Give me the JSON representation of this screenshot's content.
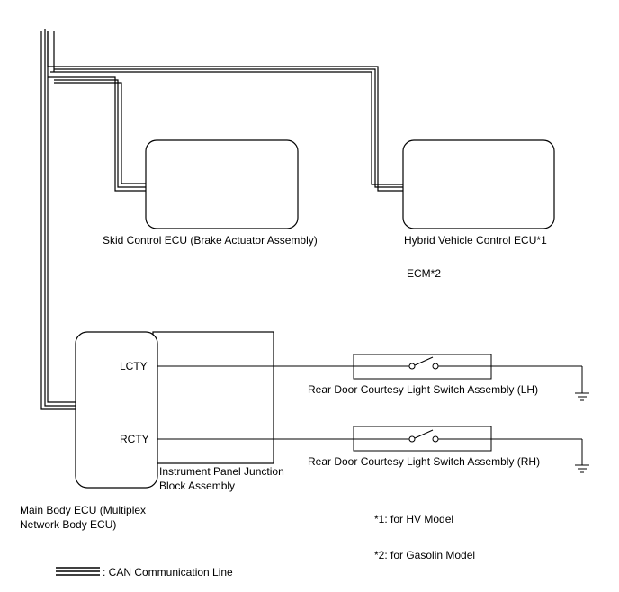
{
  "components": {
    "skid_ecu": "Skid Control ECU (Brake Actuator Assembly)",
    "hv_ecu": "Hybrid Vehicle Control ECU*1",
    "ecm": "ECM*2",
    "main_body_ecu_line1": "Main Body ECU (Multiplex",
    "main_body_ecu_line2": "Network Body ECU)",
    "junction_block_line1": "Instrument Panel Junction",
    "junction_block_line2": "Block Assembly",
    "switch_lh": "Rear Door Courtesy Light Switch Assembly (LH)",
    "switch_rh": "Rear Door Courtesy Light Switch Assembly (RH)"
  },
  "terminals": {
    "lcty": "LCTY",
    "rcty": "RCTY"
  },
  "notes": {
    "note1": "*1: for HV Model",
    "note2": "*2: for Gasolin Model"
  },
  "legend": {
    "can_line": ": CAN Communication Line"
  }
}
